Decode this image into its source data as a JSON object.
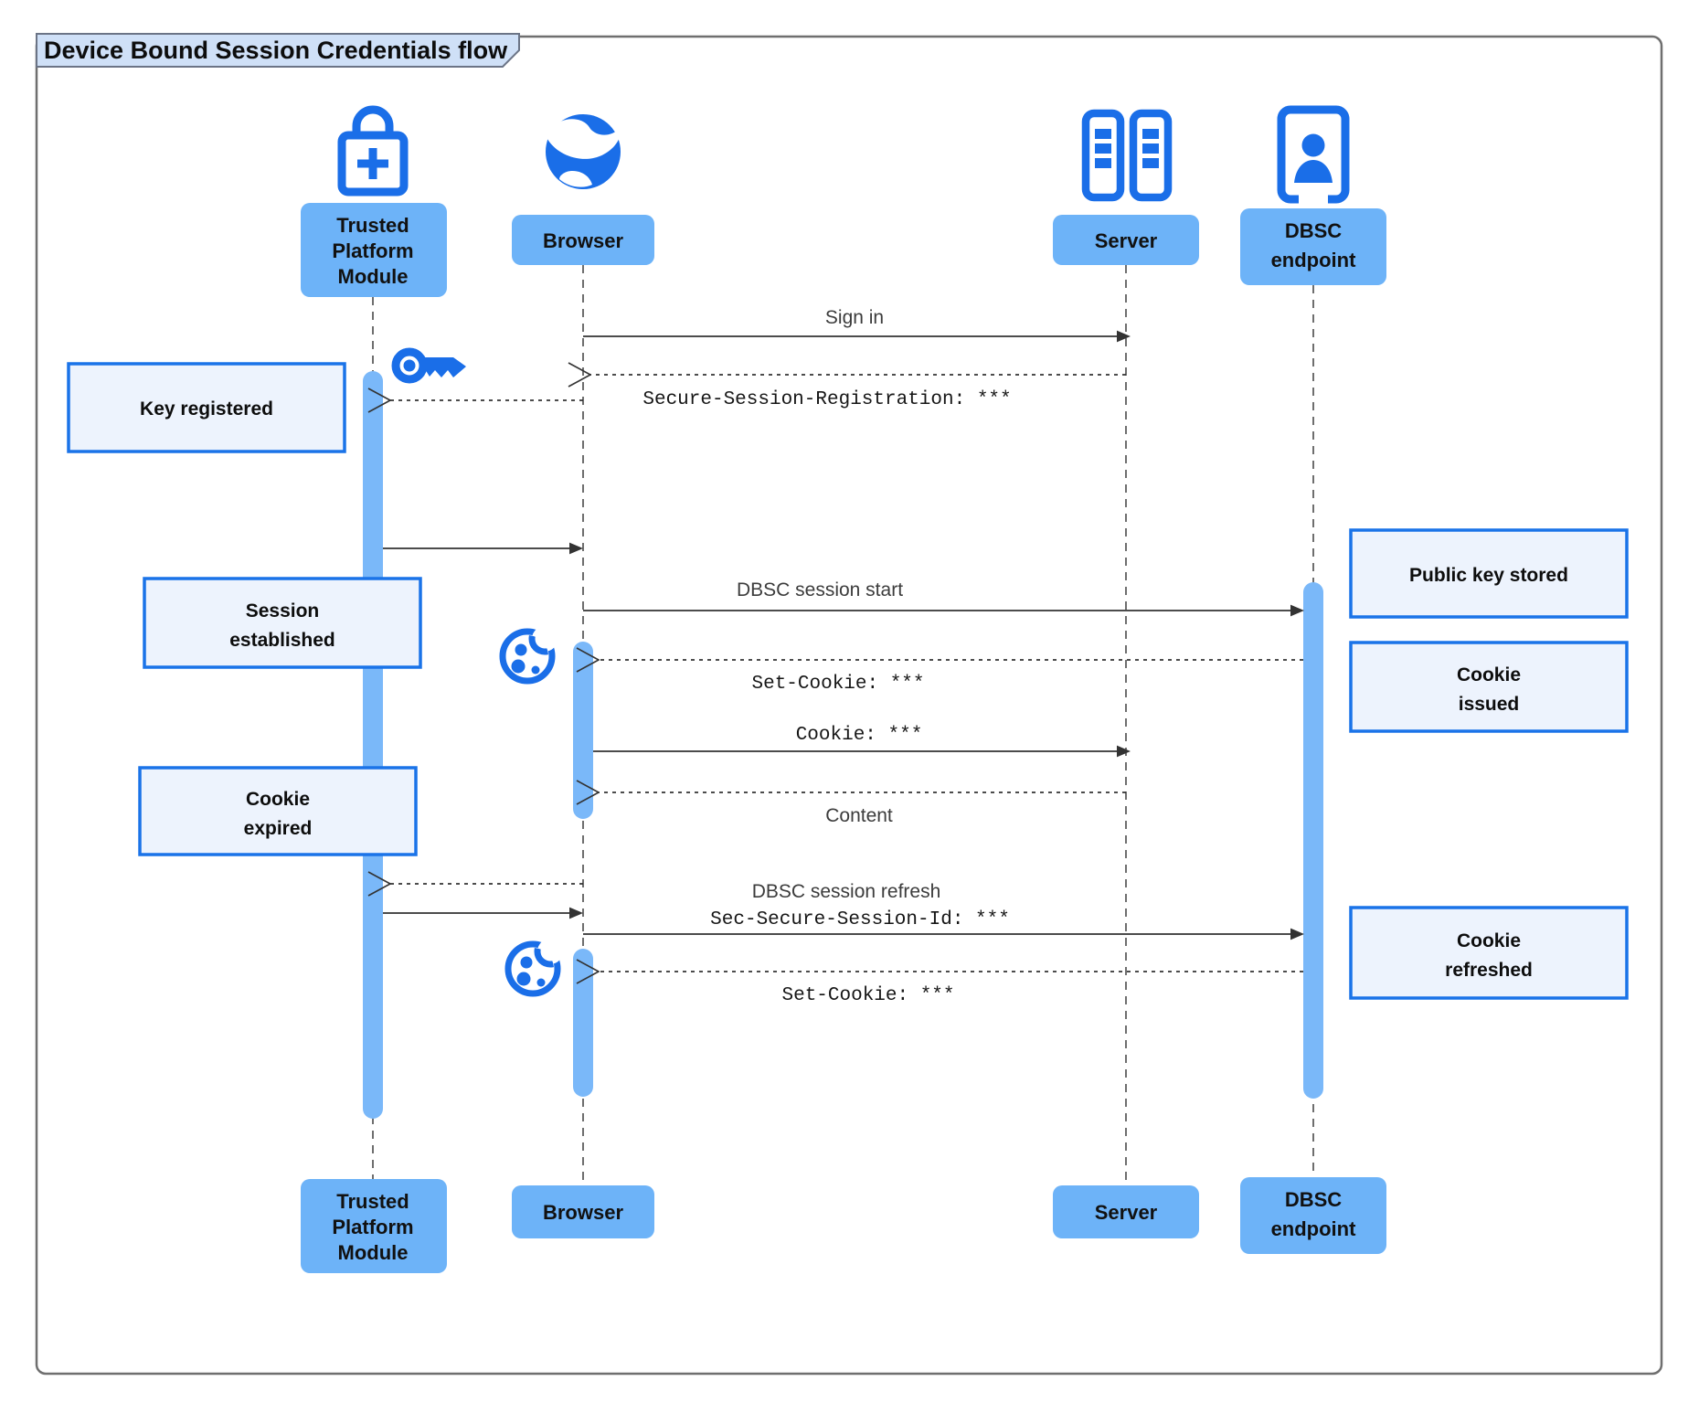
{
  "title": "Device Bound Session Credentials flow",
  "participants": {
    "tpm": {
      "icon": "lock-plus-icon",
      "lines": [
        "Trusted",
        "Platform",
        "Module"
      ]
    },
    "browser": {
      "icon": "globe-icon",
      "label": "Browser"
    },
    "server": {
      "icon": "server-rack-icon",
      "label": "Server"
    },
    "dbsc_endpoint": {
      "icon": "doorway-person-icon",
      "lines": [
        "DBSC",
        "endpoint"
      ]
    }
  },
  "messages": [
    {
      "from": "browser",
      "to": "server",
      "style": "solid",
      "label": "Sign in"
    },
    {
      "from": "server",
      "to": "browser",
      "style": "dashed",
      "label": "Secure-Session-Registration: ***",
      "font": "mono"
    },
    {
      "from": "browser",
      "to": "tpm",
      "style": "dashed",
      "label": ""
    },
    {
      "from": "tpm",
      "to": "browser",
      "style": "solid",
      "label": ""
    },
    {
      "from": "browser",
      "to": "dbsc_endpoint",
      "style": "solid",
      "label": "DBSC session start"
    },
    {
      "from": "dbsc_endpoint",
      "to": "browser",
      "style": "dashed",
      "label": "Set-Cookie: ***",
      "font": "mono"
    },
    {
      "from": "browser",
      "to": "server",
      "style": "solid",
      "label": "Cookie: ***",
      "font": "mono"
    },
    {
      "from": "server",
      "to": "browser",
      "style": "dashed",
      "label": "Content"
    },
    {
      "from": "browser",
      "to": "tpm",
      "style": "dashed",
      "label": ""
    },
    {
      "from": "tpm",
      "to": "browser",
      "style": "solid",
      "label": ""
    },
    {
      "from": "browser",
      "to": "dbsc_endpoint",
      "style": "solid",
      "label": "DBSC session refresh",
      "label2": "Sec-Secure-Session-Id: ***",
      "font2": "mono"
    },
    {
      "from": "dbsc_endpoint",
      "to": "browser",
      "style": "dashed",
      "label": "Set-Cookie: ***",
      "font": "mono"
    }
  ],
  "notes": [
    {
      "side": "left",
      "text": [
        "Key registered"
      ]
    },
    {
      "side": "left",
      "text": [
        "Session",
        "established"
      ]
    },
    {
      "side": "left",
      "text": [
        "Cookie",
        "expired"
      ]
    },
    {
      "side": "right",
      "text": [
        "Public key stored"
      ]
    },
    {
      "side": "right",
      "text": [
        "Cookie",
        "issued"
      ]
    },
    {
      "side": "right",
      "text": [
        "Cookie",
        "refreshed"
      ]
    }
  ],
  "decoration_icons": [
    "key-icon",
    "cookie-icon",
    "cookie-icon"
  ],
  "colors": {
    "icon_blue": "#1a6ee8",
    "participant_fill": "#6db3f8",
    "activation_fill": "#7ab8f9",
    "note_fill": "#edf3fd",
    "note_border": "#1a73e8",
    "title_fill": "#cfe0f7",
    "frame_border": "#6f6f6f",
    "line_color": "#333333"
  }
}
